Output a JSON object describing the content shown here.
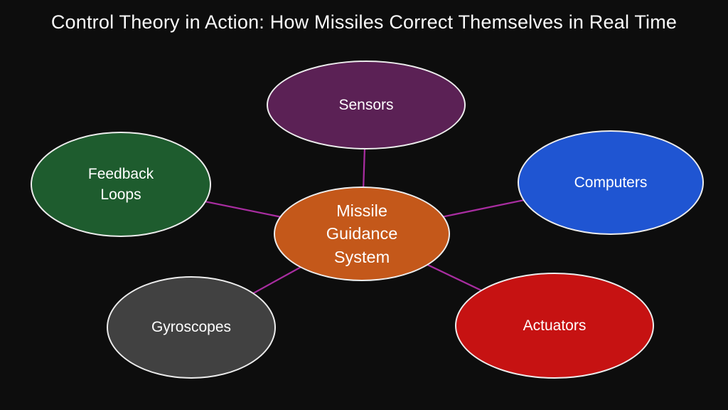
{
  "title": "Control Theory in Action: How Missiles Correct Themselves in Real Time",
  "colors": {
    "background": "#0d0d0d",
    "connector": "#a82da0",
    "node_border": "#ececec",
    "text": "#ffffff"
  },
  "diagram": {
    "type": "radial-hub-diagram",
    "center_node": {
      "label": "Missile Guidance System",
      "color": "#c4581a"
    },
    "nodes": [
      {
        "label": "Sensors",
        "color": "#5b2155"
      },
      {
        "label": "Computers",
        "color": "#1f55d2"
      },
      {
        "label": "Actuators",
        "color": "#c61212"
      },
      {
        "label": "Gyroscopes",
        "color": "#414141"
      },
      {
        "label": "Feedback Loops",
        "color": "#1e5c2e"
      }
    ]
  }
}
